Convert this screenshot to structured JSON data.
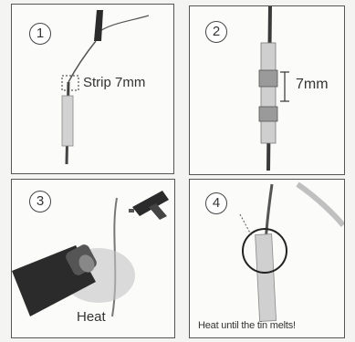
{
  "steps": [
    {
      "number": "1",
      "label": "Strip 7mm"
    },
    {
      "number": "2",
      "label": "7mm"
    },
    {
      "number": "3",
      "label": "Heat"
    },
    {
      "number": "4",
      "label": "Heat until the tin melts!"
    }
  ],
  "colors": {
    "panel_border": "#555555",
    "wire": "#3a3a3a",
    "sleeve": "#c8c8c8",
    "heat_gun": "#2b2b2b",
    "hand": "#b5b5b5"
  }
}
